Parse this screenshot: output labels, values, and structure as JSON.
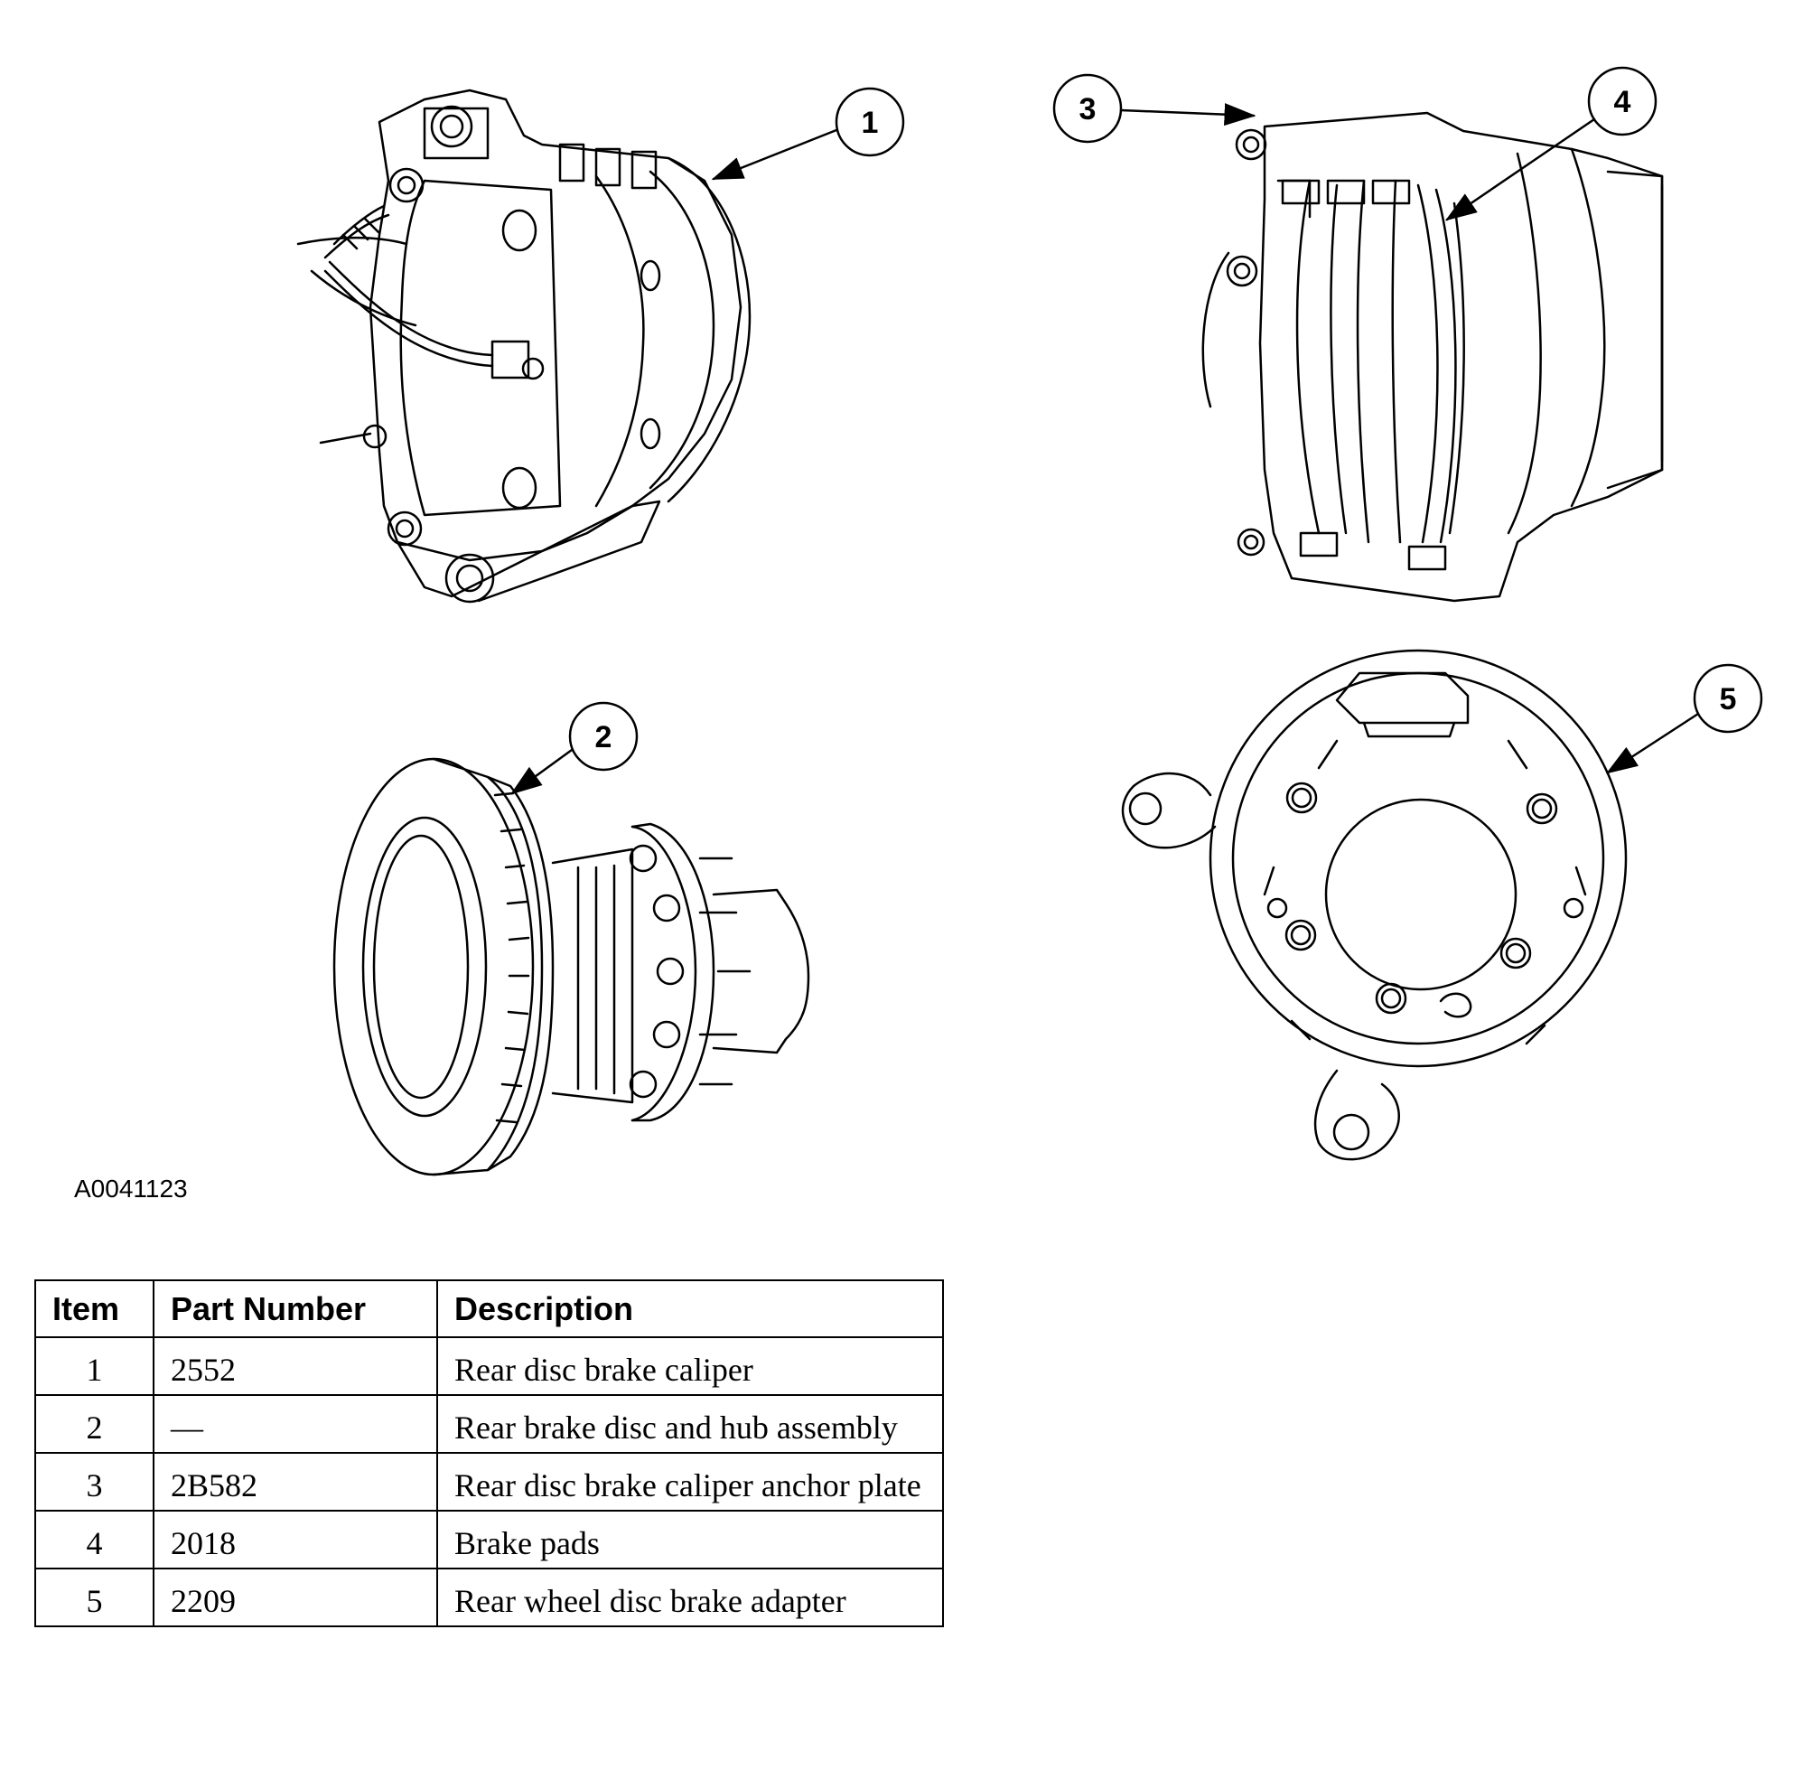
{
  "figure": {
    "id": "A0041123",
    "callouts": [
      "1",
      "2",
      "3",
      "4",
      "5"
    ]
  },
  "table": {
    "headers": [
      "Item",
      "Part Number",
      "Description"
    ],
    "rows": [
      {
        "item": "1",
        "part": "2552",
        "desc": "Rear disc brake caliper"
      },
      {
        "item": "2",
        "part": "—",
        "desc": "Rear brake disc and hub assembly"
      },
      {
        "item": "3",
        "part": "2B582",
        "desc": "Rear disc brake caliper anchor plate"
      },
      {
        "item": "4",
        "part": "2018",
        "desc": "Brake pads"
      },
      {
        "item": "5",
        "part": "2209",
        "desc": "Rear wheel disc brake adapter"
      }
    ]
  }
}
